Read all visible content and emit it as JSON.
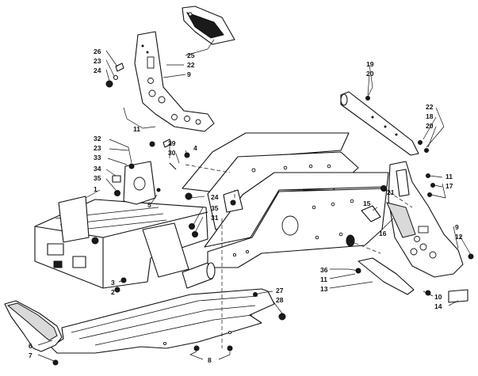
{
  "diagram": {
    "callouts": [
      {
        "label": "1"
      },
      {
        "label": "2"
      },
      {
        "label": "3"
      },
      {
        "label": "4"
      },
      {
        "label": "5"
      },
      {
        "label": "6"
      },
      {
        "label": "7"
      },
      {
        "label": "8"
      },
      {
        "label": "9"
      },
      {
        "label": "9"
      },
      {
        "label": "10"
      },
      {
        "label": "11"
      },
      {
        "label": "11"
      },
      {
        "label": "11"
      },
      {
        "label": "12"
      },
      {
        "label": "13"
      },
      {
        "label": "14"
      },
      {
        "label": "15"
      },
      {
        "label": "16"
      },
      {
        "label": "17"
      },
      {
        "label": "18"
      },
      {
        "label": "19"
      },
      {
        "label": "20"
      },
      {
        "label": "20"
      },
      {
        "label": "21"
      },
      {
        "label": "22"
      },
      {
        "label": "22"
      },
      {
        "label": "23"
      },
      {
        "label": "23"
      },
      {
        "label": "24"
      },
      {
        "label": "24"
      },
      {
        "label": "25"
      },
      {
        "label": "26"
      },
      {
        "label": "27"
      },
      {
        "label": "28"
      },
      {
        "label": "29"
      },
      {
        "label": "30"
      },
      {
        "label": "31"
      },
      {
        "label": "32"
      },
      {
        "label": "33"
      },
      {
        "label": "34"
      },
      {
        "label": "35"
      },
      {
        "label": "35"
      },
      {
        "label": "36"
      }
    ]
  }
}
